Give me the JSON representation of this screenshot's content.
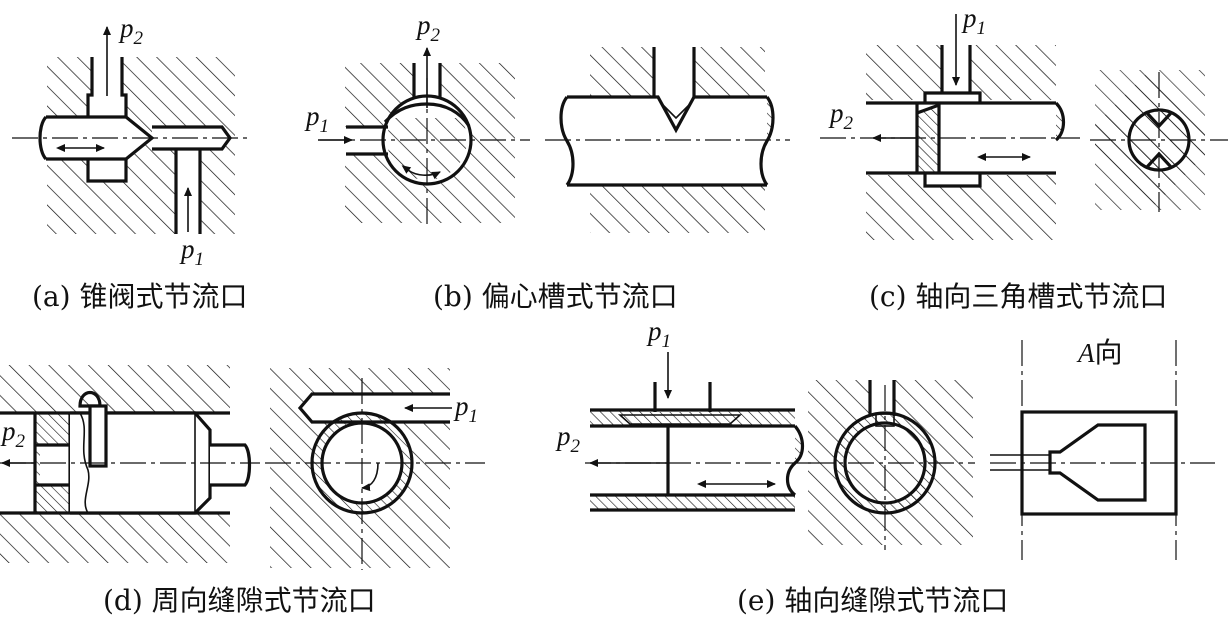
{
  "captions": {
    "a": "(a) 锥阀式节流口",
    "b": "(b) 偏心槽式节流口",
    "c": "(c) 轴向三角槽式节流口",
    "d": "(d) 周向缝隙式节流口",
    "e": "(e) 轴向缝隙式节流口"
  },
  "labels": {
    "p": "p",
    "sub1": "1",
    "sub2": "2",
    "view_a_letter": "A",
    "view_a_word": "向"
  }
}
